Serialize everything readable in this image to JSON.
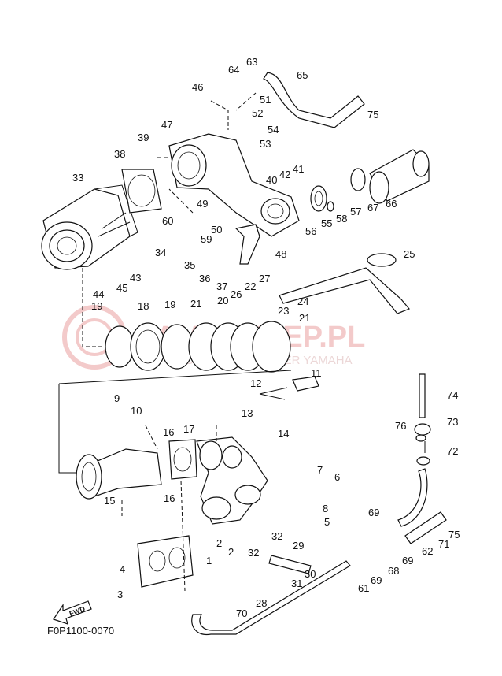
{
  "watermark": {
    "brand": "YAMASKLEP.PL",
    "subtitle": "OFICJALNY DEALER YAMAHA",
    "color": "#f2c5c5"
  },
  "diagram_code": "F0P1100-0070",
  "direction_label": "FWD",
  "part_labels": [
    {
      "id": "l63",
      "text": "63"
    },
    {
      "id": "l64",
      "text": "64"
    },
    {
      "id": "l65",
      "text": "65"
    },
    {
      "id": "l46",
      "text": "46"
    },
    {
      "id": "l51",
      "text": "51"
    },
    {
      "id": "l52",
      "text": "52"
    },
    {
      "id": "l75a",
      "text": "75"
    },
    {
      "id": "l47",
      "text": "47"
    },
    {
      "id": "l54",
      "text": "54"
    },
    {
      "id": "l39",
      "text": "39"
    },
    {
      "id": "l53",
      "text": "53"
    },
    {
      "id": "l38",
      "text": "38"
    },
    {
      "id": "l41",
      "text": "41"
    },
    {
      "id": "l42",
      "text": "42"
    },
    {
      "id": "l40",
      "text": "40"
    },
    {
      "id": "l33",
      "text": "33"
    },
    {
      "id": "l49",
      "text": "49"
    },
    {
      "id": "l60",
      "text": "60"
    },
    {
      "id": "l56",
      "text": "56"
    },
    {
      "id": "l55",
      "text": "55"
    },
    {
      "id": "l58",
      "text": "58"
    },
    {
      "id": "l57",
      "text": "57"
    },
    {
      "id": "l67",
      "text": "67"
    },
    {
      "id": "l66",
      "text": "66"
    },
    {
      "id": "l50",
      "text": "50"
    },
    {
      "id": "l59",
      "text": "59"
    },
    {
      "id": "l34",
      "text": "34"
    },
    {
      "id": "l48",
      "text": "48"
    },
    {
      "id": "l25",
      "text": "25"
    },
    {
      "id": "l35",
      "text": "35"
    },
    {
      "id": "l36",
      "text": "36"
    },
    {
      "id": "l43",
      "text": "43"
    },
    {
      "id": "l37",
      "text": "37"
    },
    {
      "id": "l44",
      "text": "44"
    },
    {
      "id": "l45",
      "text": "45"
    },
    {
      "id": "l27",
      "text": "27"
    },
    {
      "id": "l22",
      "text": "22"
    },
    {
      "id": "l26",
      "text": "26"
    },
    {
      "id": "l24",
      "text": "24"
    },
    {
      "id": "l19a",
      "text": "19"
    },
    {
      "id": "l18",
      "text": "18"
    },
    {
      "id": "l19b",
      "text": "19"
    },
    {
      "id": "l21a",
      "text": "21"
    },
    {
      "id": "l20",
      "text": "20"
    },
    {
      "id": "l23",
      "text": "23"
    },
    {
      "id": "l21b",
      "text": "21"
    },
    {
      "id": "l11",
      "text": "11"
    },
    {
      "id": "l12",
      "text": "12"
    },
    {
      "id": "l74",
      "text": "74"
    },
    {
      "id": "l9",
      "text": "9"
    },
    {
      "id": "l10",
      "text": "10"
    },
    {
      "id": "l13",
      "text": "13"
    },
    {
      "id": "l76",
      "text": "76"
    },
    {
      "id": "l73",
      "text": "73"
    },
    {
      "id": "l17",
      "text": "17"
    },
    {
      "id": "l16a",
      "text": "16"
    },
    {
      "id": "l14",
      "text": "14"
    },
    {
      "id": "l72",
      "text": "72"
    },
    {
      "id": "l7",
      "text": "7"
    },
    {
      "id": "l6",
      "text": "6"
    },
    {
      "id": "l16b",
      "text": "16"
    },
    {
      "id": "l15",
      "text": "15"
    },
    {
      "id": "l8",
      "text": "8"
    },
    {
      "id": "l5",
      "text": "5"
    },
    {
      "id": "l69a",
      "text": "69"
    },
    {
      "id": "l75b",
      "text": "75"
    },
    {
      "id": "l2a",
      "text": "2"
    },
    {
      "id": "l32a",
      "text": "32"
    },
    {
      "id": "l29",
      "text": "29"
    },
    {
      "id": "l71",
      "text": "71"
    },
    {
      "id": "l2b",
      "text": "2"
    },
    {
      "id": "l62",
      "text": "62"
    },
    {
      "id": "l1",
      "text": "1"
    },
    {
      "id": "l32b",
      "text": "32"
    },
    {
      "id": "l69b",
      "text": "69"
    },
    {
      "id": "l4",
      "text": "4"
    },
    {
      "id": "l30",
      "text": "30"
    },
    {
      "id": "l68",
      "text": "68"
    },
    {
      "id": "l31",
      "text": "31"
    },
    {
      "id": "l69c",
      "text": "69"
    },
    {
      "id": "l3",
      "text": "3"
    },
    {
      "id": "l61",
      "text": "61"
    },
    {
      "id": "l28",
      "text": "28"
    },
    {
      "id": "l70",
      "text": "70"
    }
  ]
}
